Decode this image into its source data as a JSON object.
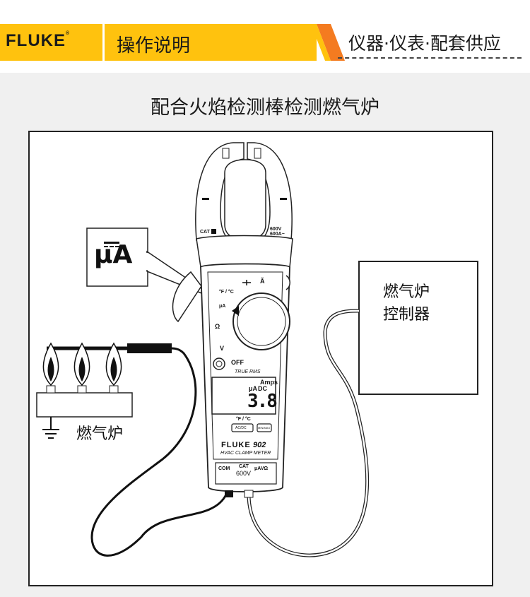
{
  "header": {
    "brand": "FLUKE",
    "brand_reg": "®",
    "title": "操作说明",
    "supplier": "仪器·仪表·配套供应",
    "colors": {
      "accent": "#ffc20e",
      "stripe": "#f47b20"
    }
  },
  "diagram": {
    "title": "配合火焰检测棒检测燃气炉",
    "controller": {
      "line1": "燃气炉",
      "line2": "控制器"
    },
    "furnace_label": "燃气炉",
    "callout": {
      "unit": "μA"
    },
    "meter": {
      "cat_jaw": "CAT",
      "rating_v": "600V",
      "rating_a": "600A~",
      "dial_top_a": "Ã",
      "dial_temp": "°F / °C",
      "dial_ua": "μA",
      "dial_ohm": "Ω",
      "dial_v": "V",
      "dial_off": "OFF",
      "true_rms": "TRUE RMS",
      "lcd_unit1": "Amps",
      "lcd_unit2": "DC",
      "lcd_ua": "μA",
      "lcd_value": "3.8",
      "temp_btn_label": "°F / °C",
      "btn_acdc": "AC/DC",
      "btn_minmax": "MIN/MAX",
      "model_brand": "FLUKE",
      "model_number": "902",
      "model_desc": "HVAC CLAMP METER",
      "terminal_com": "COM",
      "terminal_cat": "CAT",
      "terminal_v": "600V",
      "terminal_right": "μAVΩ"
    }
  }
}
